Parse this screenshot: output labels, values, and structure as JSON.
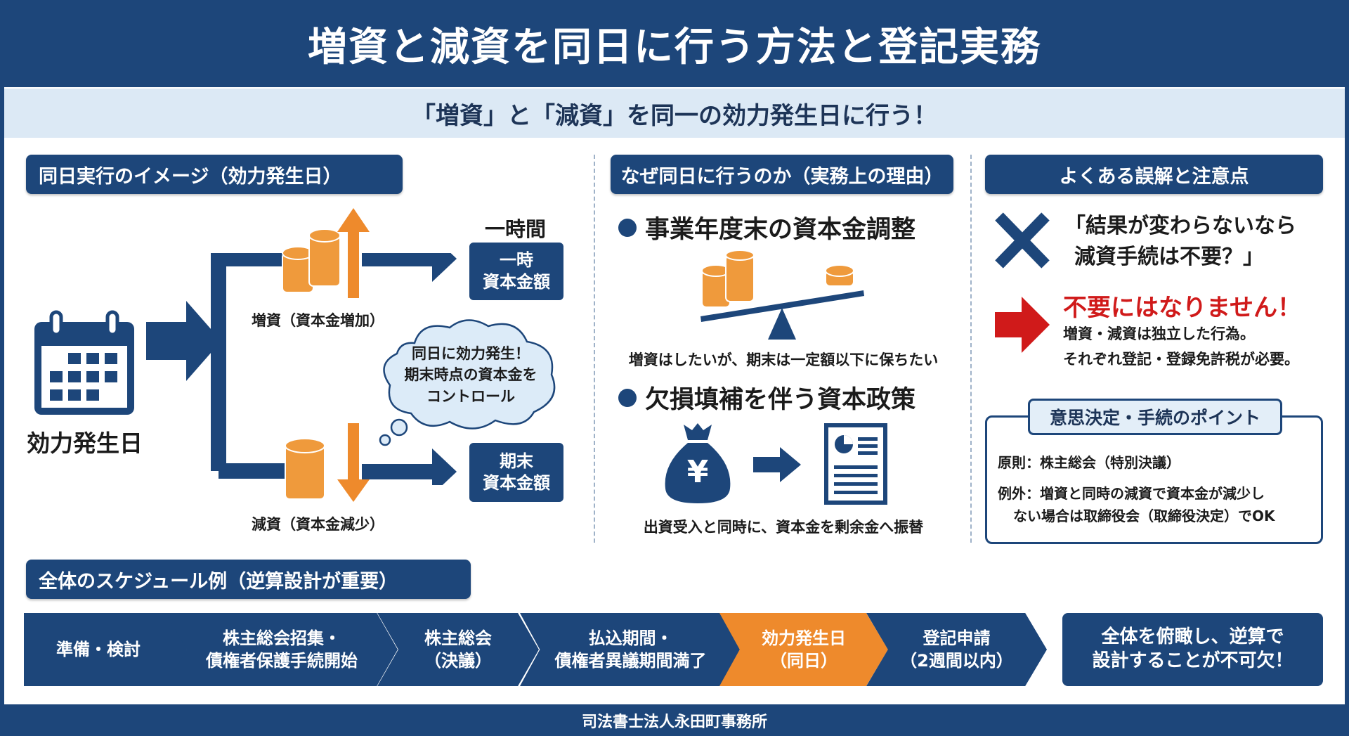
{
  "title": "増資と減資を同日に行う方法と登記実務",
  "subtitle": "「増資」と「減資」を同一の効力発生日に行う！",
  "left": {
    "header": "同日実行のイメージ（効力発生日）",
    "calendar_label": "効力発生日",
    "increase_label": "増資（資本金増加）",
    "decrease_label": "減資（資本金減少）",
    "temp_heading": "一時間",
    "temp_box": [
      "一時",
      "資本金額"
    ],
    "end_box": [
      "期末",
      "資本金額"
    ],
    "cloud": [
      "同日に効力発生！",
      "期末時点の資本金を",
      "コントロール"
    ]
  },
  "middle": {
    "header": "なぜ同日に行うのか（実務上の理由）",
    "reason1": "事業年度末の資本金調整",
    "reason1_caption": "増資はしたいが、期末は一定額以下に保ちたい",
    "reason2": "欠損填補を伴う資本政策",
    "reason2_caption": "出資受入と同時に、資本金を剰余金へ振替",
    "yen": "¥"
  },
  "right": {
    "header": "よくある誤解と注意点",
    "myth": [
      "「結果が変わらないなら",
      "減資手続は不要？」"
    ],
    "answer": "不要にはなりません！",
    "answer_detail": [
      "増資・減資は独立した行為。",
      "それぞれ登記・登録免許税が必要。"
    ],
    "point_title": "意思決定・手続のポイント",
    "point_rule": "原則：株主総会（特別決議）",
    "point_exception": [
      "例外：増資と同時の減資で資本金が減少し",
      "ない場合は取締役会（取締役決定）でOK"
    ]
  },
  "schedule": {
    "header": "全体のスケジュール例（逆算設計が重要）",
    "steps": [
      {
        "lines": [
          "準備・検討"
        ]
      },
      {
        "lines": [
          "株主総会招集・",
          "債権者保護手続開始"
        ]
      },
      {
        "lines": [
          "株主総会",
          "（決議）"
        ]
      },
      {
        "lines": [
          "払込期間・",
          "債権者異議期間満了"
        ]
      },
      {
        "lines": [
          "効力発生日",
          "（同日）"
        ]
      },
      {
        "lines": [
          "登記申請",
          "（2週間以内）"
        ]
      }
    ],
    "conclusion": [
      "全体を俯瞰し、逆算で",
      "設計することが不可欠！"
    ]
  },
  "footer": "司法書士法人永田町事務所",
  "colors": {
    "navy": "#1d467a",
    "orange": "#ee8a2c",
    "red": "#d01a1a",
    "light": "#dce9f5"
  }
}
